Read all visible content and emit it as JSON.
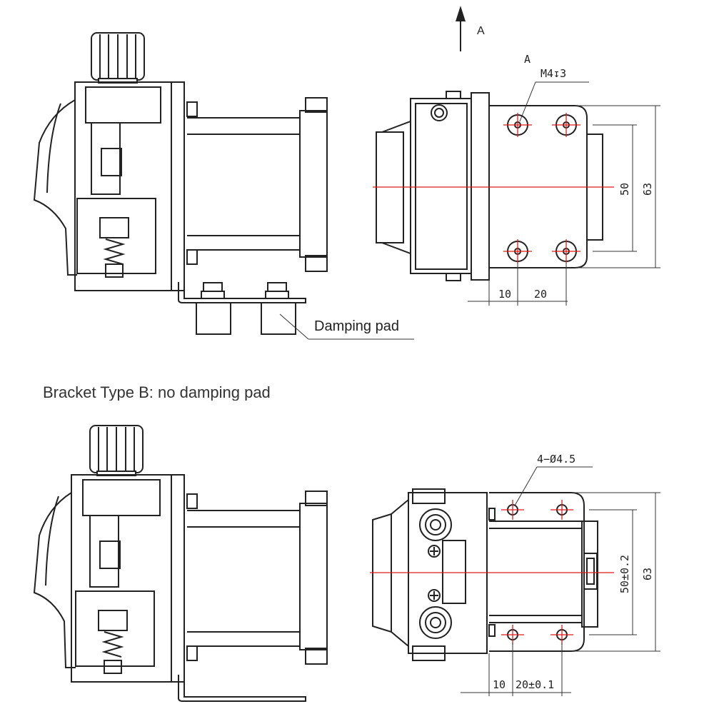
{
  "labels": {
    "view_arrow": "A",
    "hole_ref": "A",
    "thread_callout": "M4↧3",
    "damping_pad": "Damping pad",
    "section_b_title": "Bracket Type B: no damping pad",
    "hole_callout_b": "4−Ø4.5"
  },
  "dims_a": {
    "h10": "10",
    "h20": "20",
    "v50": "50",
    "v63": "63"
  },
  "dims_b": {
    "h10": "10",
    "h20": "20±0.1",
    "v50": "50±0.2",
    "v63": "63"
  },
  "colors": {
    "line": "#222222",
    "centerline": "#e21b1b"
  }
}
